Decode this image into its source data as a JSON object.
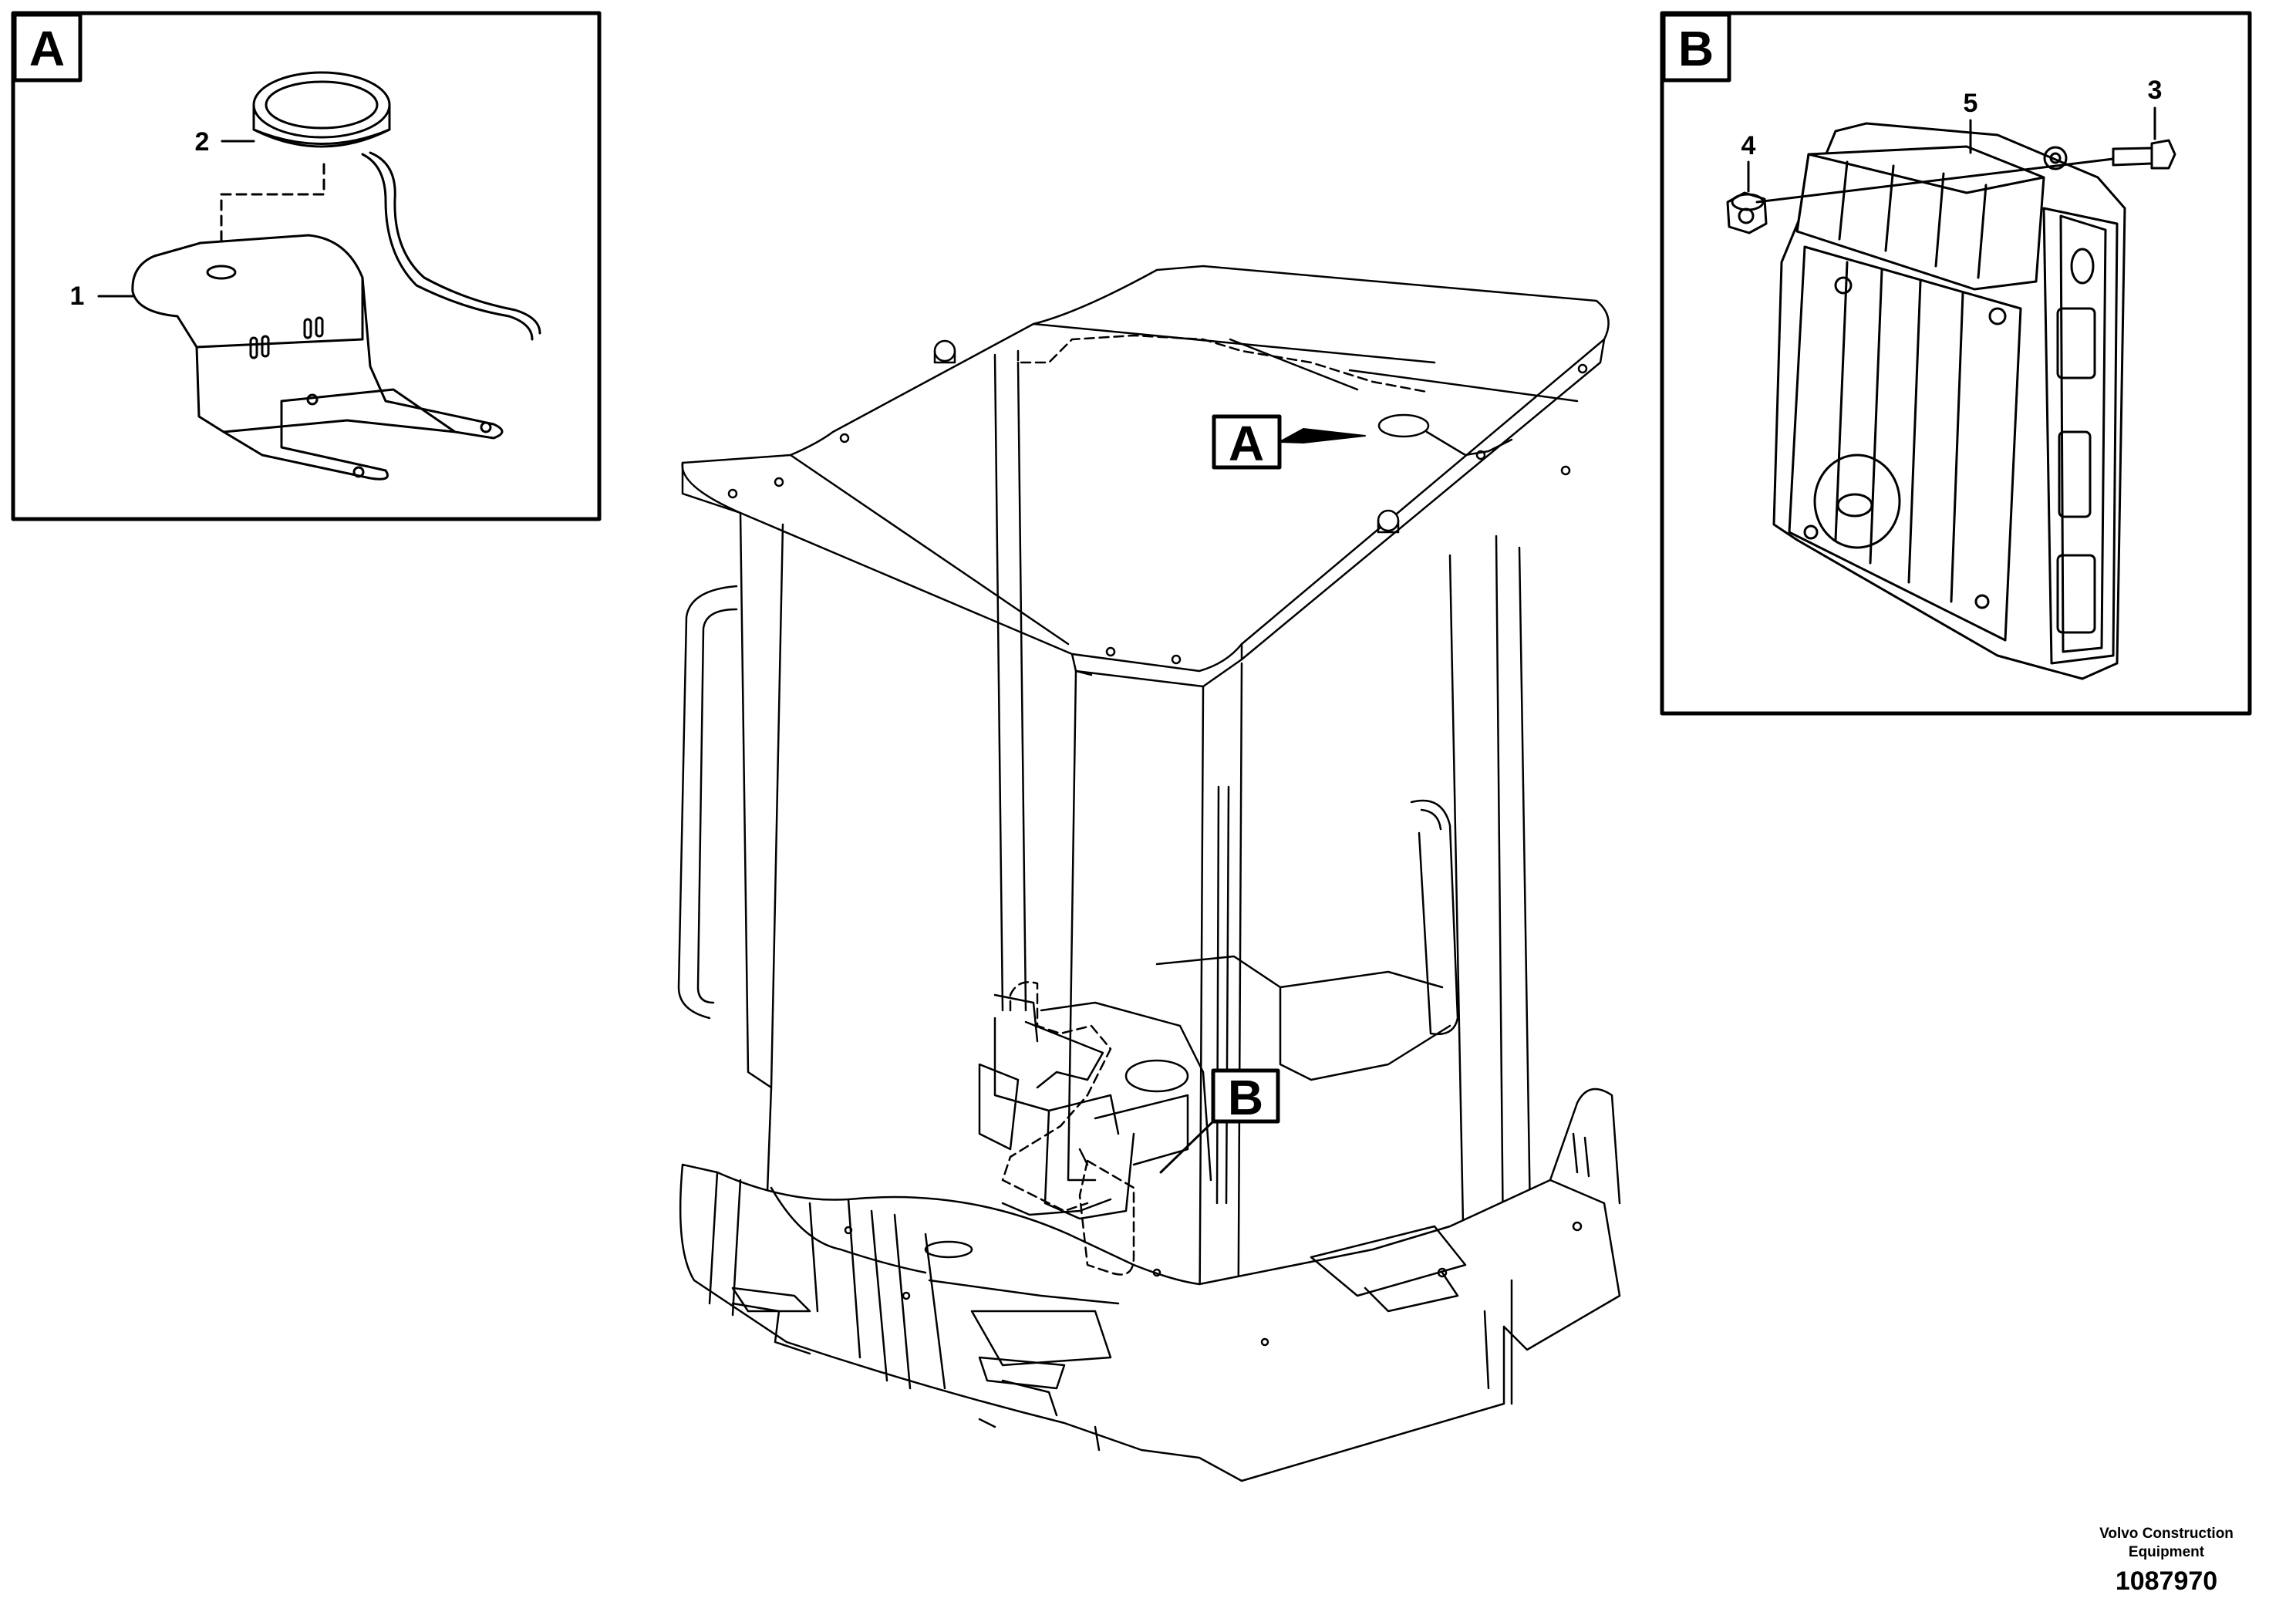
{
  "detail_a": {
    "badge": "A",
    "callouts": [
      "1",
      "2"
    ]
  },
  "detail_b": {
    "badge": "B",
    "callouts": [
      "3",
      "4",
      "5"
    ]
  },
  "main_view": {
    "badges": [
      "A",
      "B"
    ]
  },
  "footer": {
    "brand_line1": "Volvo Construction",
    "brand_line2": "Equipment",
    "drawing_number": "1087970"
  }
}
